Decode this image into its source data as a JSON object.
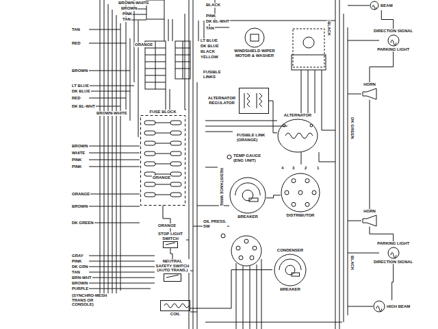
{
  "diagram": {
    "nodes": [
      {
        "text": [
          "FUSE BLOCK"
        ]
      },
      {
        "text": [
          "WINDSHIELD WIPER MOTOR & WASHER"
        ]
      },
      {
        "text": [
          "ALTERNATOR REGULATOR"
        ]
      },
      {
        "text": [
          "ALTERNATOR"
        ]
      },
      {
        "text": [
          "BREAKER"
        ]
      },
      {
        "text": [
          "DISTRIBUTOR"
        ]
      },
      {
        "text": [
          "STOP LIGHT SWITCH"
        ]
      },
      {
        "text": [
          "NEUTRAL SAFETY SWITCH (AUTO TRANS.)"
        ]
      },
      {
        "text": [
          "CONDENSER",
          "BREAKER"
        ]
      },
      {
        "text": [
          "COIL"
        ]
      },
      {
        "text": [
          "BEAM"
        ]
      },
      {
        "text": [
          "DIRECTION SIGNAL",
          "PARKING LIGHT"
        ]
      },
      {
        "text": [
          "HORN"
        ]
      },
      {
        "text": [
          "HORN"
        ]
      },
      {
        "text": [
          "PARKING LIGHT",
          "DIRECTION SIGNAL"
        ]
      },
      {
        "text": [
          "HIGH BEAM"
        ]
      }
    ],
    "edges": [
      {
        "from": 2,
        "to": 3,
        "arrow": "none"
      },
      {
        "from": 4,
        "to": 5,
        "arrow": "none"
      },
      {
        "from": 0,
        "to": 6,
        "arrow": "none"
      },
      {
        "from": 6,
        "to": 7,
        "arrow": "none"
      },
      {
        "from": 8,
        "to": 9,
        "arrow": "none"
      },
      {
        "from": 10,
        "to": 11,
        "arrow": "none"
      },
      {
        "from": 11,
        "to": 12,
        "arrow": "none"
      },
      {
        "from": 12,
        "to": 13,
        "arrow": "none"
      },
      {
        "from": 13,
        "to": 14,
        "arrow": "none"
      },
      {
        "from": 14,
        "to": 15,
        "arrow": "none"
      }
    ],
    "labels": [
      "BROWN-WHITE",
      "BROWN",
      "PINK",
      "TAN",
      "BLACK",
      "PINK",
      "DK BL-WHT",
      "TAN",
      "BLACK",
      "TAN",
      "LT BLUE",
      "DK BLUE",
      "BLACK",
      "YELLOW",
      "RED",
      "ORANGE",
      "BROWN",
      "FUSIBLE LINKS",
      "LT BLUE",
      "DK BLUE",
      "RED",
      "DK BL-WHT",
      "BROWN-WHITE",
      "DK GREEN",
      "FUSIBLE LINK (ORANGE)",
      "BROWN",
      "WHITE",
      "TEMP GAUGE (ENG UNIT)",
      "PINK",
      "PINK",
      "4",
      "3",
      "2",
      "1",
      "RESISTANCE WIRE",
      "ORANGE",
      "ORANGE",
      "BROWN",
      "OIL PRESS. SW",
      "DK GREEN",
      "ORANGE",
      "GRAY",
      "PINK",
      "BLACK",
      "DK GRN",
      "TAN",
      "BRN-WHT",
      "BROWN",
      "PURPLE",
      "(SYNCHRO-MESH TRANS OR CONSOLE)"
    ]
  }
}
